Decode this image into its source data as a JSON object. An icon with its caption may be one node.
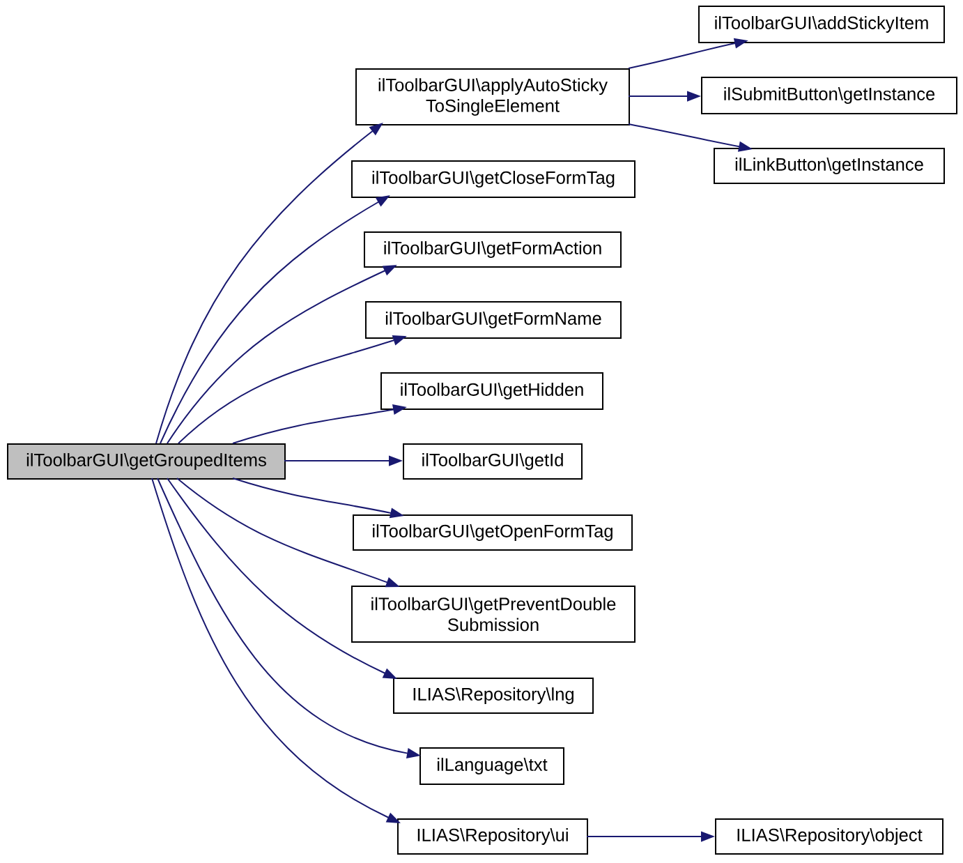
{
  "diagram": {
    "nodes": [
      {
        "text": [
          "ilToolbarGUI\\getGroupedItems"
        ]
      },
      {
        "text": [
          "ilToolbarGUI\\applyAutoSticky ToSingleElement"
        ]
      },
      {
        "text": [
          "ilToolbarGUI\\getCloseFormTag"
        ]
      },
      {
        "text": [
          "ilToolbarGUI\\getFormAction"
        ]
      },
      {
        "text": [
          "ilToolbarGUI\\getFormName"
        ]
      },
      {
        "text": [
          "ilToolbarGUI\\getHidden"
        ]
      },
      {
        "text": [
          "ilToolbarGUI\\getId"
        ]
      },
      {
        "text": [
          "ilToolbarGUI\\getOpenFormTag"
        ]
      },
      {
        "text": [
          "ilToolbarGUI\\getPreventDouble Submission"
        ]
      },
      {
        "text": [
          "ILIAS\\Repository\\lng"
        ]
      },
      {
        "text": [
          "ilLanguage\\txt"
        ]
      },
      {
        "text": [
          "ILIAS\\Repository\\ui"
        ]
      },
      {
        "text": [
          "ilToolbarGUI\\addStickyItem"
        ]
      },
      {
        "text": [
          "ilSubmitButton\\getInstance"
        ]
      },
      {
        "text": [
          "ilLinkButton\\getInstance"
        ]
      },
      {
        "text": [
          "ILIAS\\Repository\\object"
        ]
      }
    ],
    "edges": [
      {
        "from": 0,
        "to": 1,
        "arrow": "to"
      },
      {
        "from": 0,
        "to": 2,
        "arrow": "to"
      },
      {
        "from": 0,
        "to": 3,
        "arrow": "to"
      },
      {
        "from": 0,
        "to": 4,
        "arrow": "to"
      },
      {
        "from": 0,
        "to": 5,
        "arrow": "to"
      },
      {
        "from": 0,
        "to": 6,
        "arrow": "to"
      },
      {
        "from": 0,
        "to": 7,
        "arrow": "to"
      },
      {
        "from": 0,
        "to": 8,
        "arrow": "to"
      },
      {
        "from": 0,
        "to": 9,
        "arrow": "to"
      },
      {
        "from": 0,
        "to": 10,
        "arrow": "to"
      },
      {
        "from": 0,
        "to": 11,
        "arrow": "to"
      },
      {
        "from": 1,
        "to": 12,
        "arrow": "to"
      },
      {
        "from": 1,
        "to": 13,
        "arrow": "to"
      },
      {
        "from": 1,
        "to": 14,
        "arrow": "to"
      },
      {
        "from": 11,
        "to": 15,
        "arrow": "to"
      }
    ]
  }
}
